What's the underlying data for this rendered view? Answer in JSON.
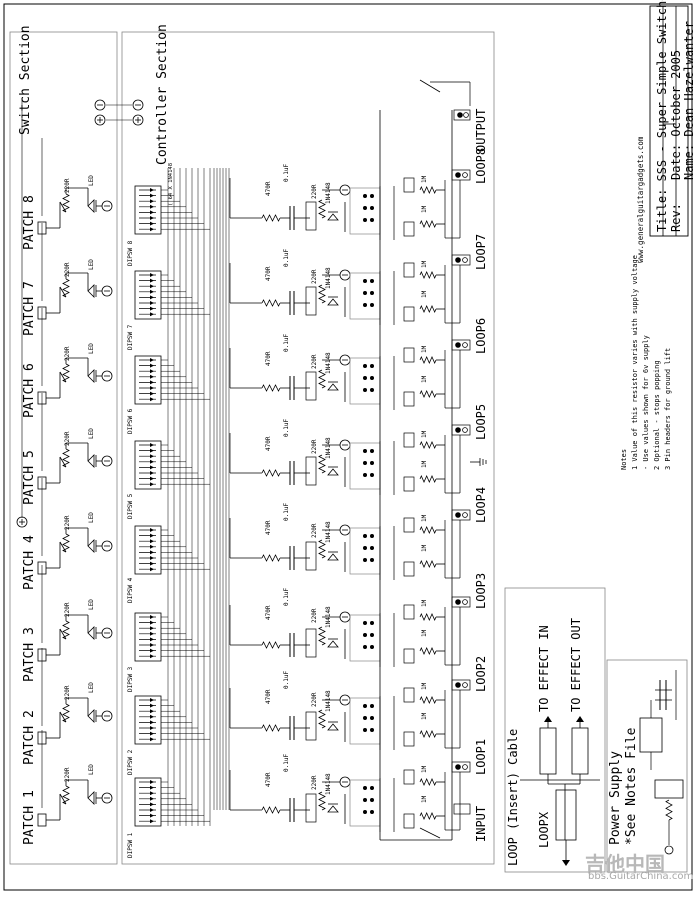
{
  "sections": {
    "switch": "Switch Section",
    "controller": "Controller Section"
  },
  "patches": [
    "PATCH 1",
    "PATCH 2",
    "PATCH 3",
    "PATCH 4",
    "PATCH 5",
    "PATCH 6",
    "PATCH 7",
    "PATCH 8"
  ],
  "dipsw": [
    "DIPSW 1",
    "DIPSW 2",
    "DIPSW 3",
    "DIPSW 4",
    "DIPSW 5",
    "DIPSW 6",
    "DIPSW 7",
    "DIPSW 8"
  ],
  "loops": [
    "LOOP1",
    "LOOP2",
    "LOOP3",
    "LOOP4",
    "LOOP5",
    "LOOP6",
    "LOOP7",
    "LOOP8"
  ],
  "components": {
    "r220": "220R",
    "led": "LED",
    "r470": "470R",
    "cap": "0.1uF",
    "diode": "1N4148",
    "r1m": "1M",
    "diode_count": "( 64 X 1N4148",
    "note_marker": "1",
    "header_marker": "3"
  },
  "io": {
    "input": "INPUT",
    "output": "OUTPUT"
  },
  "url": "www.generalguitargadgets.com",
  "notes": {
    "title": "Notes",
    "lines": [
      "1 Value of this resistor varies with supply voltage",
      "  - Use values shown for 6v supply",
      "2 Optional - stops popping",
      "3 Pin headers for ground lift"
    ]
  },
  "title_block": {
    "title": "Title: SSS - Super Simple Switcher",
    "rev": "Rev:",
    "date": "Date: October 2005",
    "name": "Name: Dean Hazelwanter"
  },
  "cable": {
    "title": "LOOP (Insert) Cable",
    "to_in": "TO EFFECT IN",
    "to_out": "TO EFFECT OUT",
    "loopx": "LOOPX"
  },
  "power": {
    "title": "Power Supply",
    "see": "*See Notes File"
  },
  "watermark": {
    "main": "吉他中国",
    "url": "bbs.GuitarChina.com"
  }
}
